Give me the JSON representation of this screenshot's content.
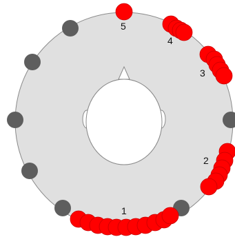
{
  "colors": {
    "ring_fill": "#e0e0e0",
    "ring_stroke": "#8a8a8a",
    "head_fill": "#ffffff",
    "head_stroke": "#8a8a8a",
    "gray_dot": "#5e5e5e",
    "red_dot": "#ff0000",
    "red_dot_stroke": "#c80000"
  },
  "labels": {
    "g1": "1",
    "g2": "2",
    "g3": "3",
    "g4": "4",
    "g5": "5"
  },
  "groups": [
    {
      "id": "g1",
      "label": "1",
      "count": 11
    },
    {
      "id": "g2",
      "label": "2",
      "count": 6
    },
    {
      "id": "g3",
      "label": "3",
      "count": 5
    },
    {
      "id": "g4",
      "label": "4",
      "count": 4
    },
    {
      "id": "g5",
      "label": "5",
      "count": 1
    }
  ],
  "gray_markers": {
    "count": 7
  }
}
